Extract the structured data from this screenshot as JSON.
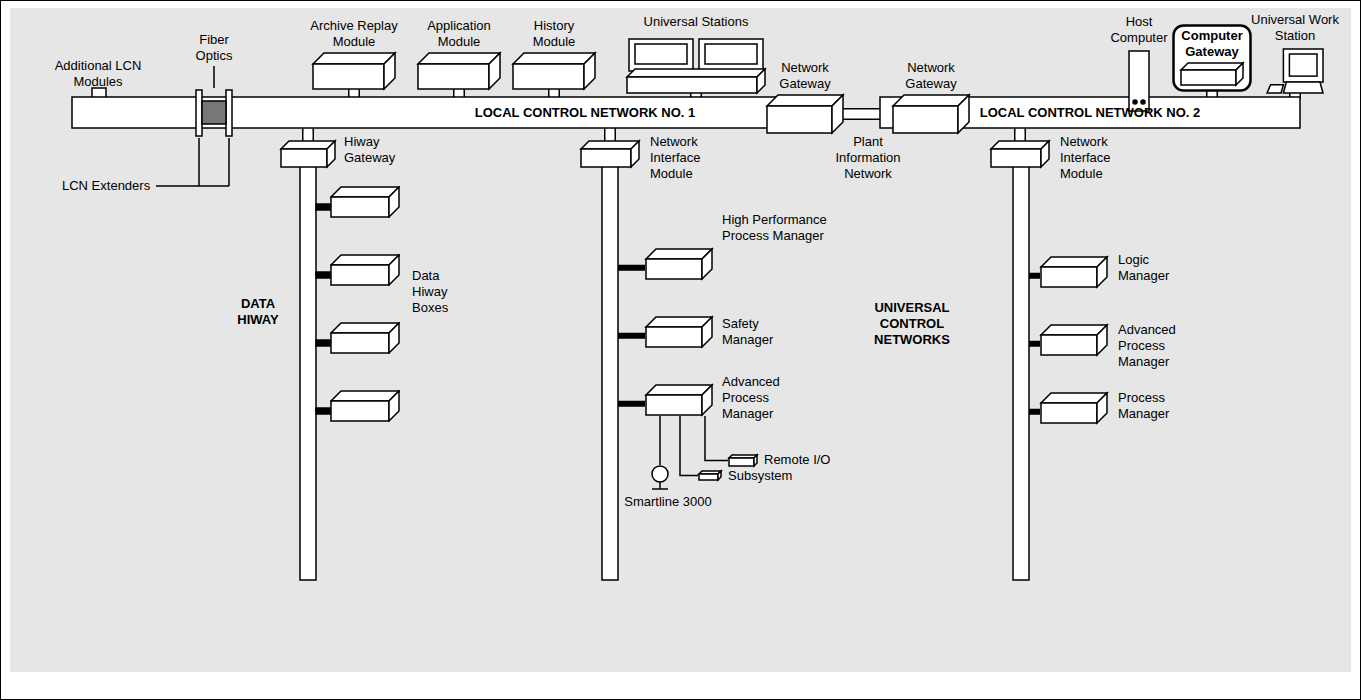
{
  "diagram": {
    "nodes": [
      {
        "text": [
          "Archive Replay Module"
        ]
      },
      {
        "text": [
          "Application Module"
        ]
      },
      {
        "text": [
          "History Module"
        ]
      },
      {
        "text": [
          "Universal Stations"
        ]
      },
      {
        "text": [
          "Host Computer"
        ]
      },
      {
        "text": [
          "Computer Gateway"
        ]
      },
      {
        "text": [
          "Universal Work Station"
        ]
      },
      {
        "text": [
          "LOCAL CONTROL NETWORK NO. 1"
        ]
      },
      {
        "text": [
          "Network Gateway"
        ]
      },
      {
        "text": [
          "Network Gateway"
        ]
      },
      {
        "text": [
          "LOCAL CONTROL NETWORK NO. 2"
        ]
      },
      {
        "text": [
          "Hiway Gateway"
        ]
      },
      {
        "text": [
          "Network Interface Module"
        ]
      },
      {
        "text": [
          "High Performance Process Manager"
        ]
      },
      {
        "text": [
          "Safety Manager"
        ]
      },
      {
        "text": [
          "Advanced Process Manager"
        ]
      },
      {
        "text": [
          "Remote I/O"
        ]
      },
      {
        "text": [
          "Subsystem"
        ]
      },
      {
        "text": [
          "Smartline 3000"
        ]
      },
      {
        "text": [
          "Network Interface Module"
        ]
      },
      {
        "text": [
          "Logic Manager"
        ]
      },
      {
        "text": [
          "Advanced Process Manager"
        ]
      },
      {
        "text": [
          "Process Manager"
        ]
      }
    ],
    "edges": [
      {
        "from": 0,
        "to": 7,
        "arrow": "none"
      },
      {
        "from": 1,
        "to": 7,
        "arrow": "none"
      },
      {
        "from": 2,
        "to": 7,
        "arrow": "none"
      },
      {
        "from": 3,
        "to": 7,
        "arrow": "none"
      },
      {
        "from": 5,
        "to": 10,
        "arrow": "none"
      },
      {
        "from": 6,
        "to": 10,
        "arrow": "none"
      },
      {
        "from": 8,
        "to": 9,
        "arrow": "none"
      },
      {
        "from": 7,
        "to": 11,
        "arrow": "none"
      },
      {
        "from": 7,
        "to": 12,
        "arrow": "none"
      },
      {
        "from": 10,
        "to": 19,
        "arrow": "none"
      },
      {
        "from": 12,
        "to": 13,
        "arrow": "none"
      },
      {
        "from": 12,
        "to": 14,
        "arrow": "none"
      },
      {
        "from": 12,
        "to": 15,
        "arrow": "none"
      },
      {
        "from": 15,
        "to": 16,
        "arrow": "none"
      },
      {
        "from": 15,
        "to": 17,
        "arrow": "none"
      },
      {
        "from": 15,
        "to": 18,
        "arrow": "none"
      },
      {
        "from": 19,
        "to": 20,
        "arrow": "none"
      },
      {
        "from": 19,
        "to": 21,
        "arrow": "none"
      },
      {
        "from": 19,
        "to": 22,
        "arrow": "none"
      }
    ],
    "labels": [
      "Additional LCN Modules",
      "Fiber Optics",
      "LCN Extenders",
      "Plant Information Network",
      "DATA HIWAY",
      "Data Hiway Boxes",
      "UNIVERSAL CONTROL NETWORKS"
    ]
  }
}
